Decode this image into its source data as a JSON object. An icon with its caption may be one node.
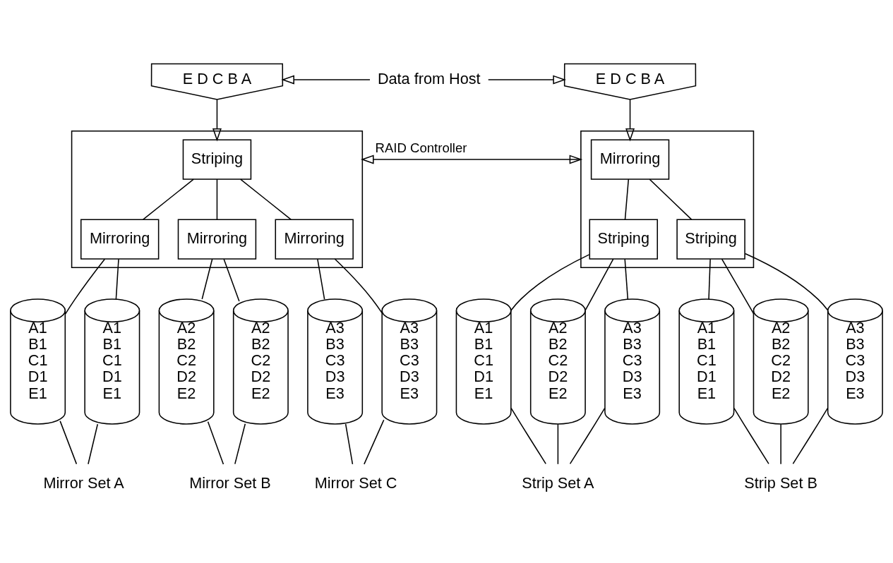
{
  "diagram": {
    "nodes": [
      {
        "text": [
          "E D C B A"
        ]
      },
      {
        "text": [
          "E D C B A"
        ]
      },
      {
        "text": [
          "Data from Host"
        ]
      },
      {
        "text": [],
        "shape": "box"
      },
      {
        "text": [
          "Striping"
        ],
        "in": 3
      },
      {
        "text": [
          "Mirroring"
        ],
        "in": 3
      },
      {
        "text": [
          "Mirroring"
        ],
        "in": 3
      },
      {
        "text": [
          "Mirroring"
        ],
        "in": 3
      },
      {
        "text": [],
        "shape": "box"
      },
      {
        "text": [
          "Mirroring"
        ],
        "in": 8
      },
      {
        "text": [
          "Striping"
        ],
        "in": 8
      },
      {
        "text": [
          "Striping"
        ],
        "in": 8
      },
      {
        "text": [
          "A1",
          "B1",
          "C1",
          "D1",
          "E1"
        ]
      },
      {
        "text": [
          "A1",
          "B1",
          "C1",
          "D1",
          "E1"
        ]
      },
      {
        "text": [
          "A2",
          "B2",
          "C2",
          "D2",
          "E2"
        ]
      },
      {
        "text": [
          "A2",
          "B2",
          "C2",
          "D2",
          "E2"
        ]
      },
      {
        "text": [
          "A3",
          "B3",
          "C3",
          "D3",
          "E3"
        ]
      },
      {
        "text": [
          "A3",
          "B3",
          "C3",
          "D3",
          "E3"
        ]
      },
      {
        "text": [
          "A1",
          "B1",
          "C1",
          "D1",
          "E1"
        ]
      },
      {
        "text": [
          "A2",
          "B2",
          "C2",
          "D2",
          "E2"
        ]
      },
      {
        "text": [
          "A3",
          "B3",
          "C3",
          "D3",
          "E3"
        ]
      },
      {
        "text": [
          "A1",
          "B1",
          "C1",
          "D1",
          "E1"
        ]
      },
      {
        "text": [
          "A2",
          "B2",
          "C2",
          "D2",
          "E2"
        ]
      },
      {
        "text": [
          "A3",
          "B3",
          "C3",
          "D3",
          "E3"
        ]
      },
      {
        "text": [
          "Mirror Set A"
        ]
      },
      {
        "text": [
          "Mirror Set B"
        ]
      },
      {
        "text": [
          "Mirror Set C"
        ]
      },
      {
        "text": [
          "Strip Set A"
        ]
      },
      {
        "text": [
          "Strip Set B"
        ]
      }
    ],
    "edges": [
      {
        "from": 2,
        "to": 0,
        "arrow": "to"
      },
      {
        "from": 2,
        "to": 1,
        "arrow": "to"
      },
      {
        "from": 0,
        "to": 4,
        "arrow": "to"
      },
      {
        "from": 1,
        "to": 9,
        "arrow": "to"
      },
      {
        "from": 3,
        "to": 8,
        "arrow": "both",
        "label": "RAID Controller"
      },
      {
        "from": 4,
        "to": 5,
        "arrow": "none"
      },
      {
        "from": 4,
        "to": 6,
        "arrow": "none"
      },
      {
        "from": 4,
        "to": 7,
        "arrow": "none"
      },
      {
        "from": 9,
        "to": 10,
        "arrow": "none"
      },
      {
        "from": 9,
        "to": 11,
        "arrow": "none"
      },
      {
        "from": 5,
        "to": 12,
        "arrow": "none"
      },
      {
        "from": 5,
        "to": 13,
        "arrow": "none"
      },
      {
        "from": 6,
        "to": 14,
        "arrow": "none"
      },
      {
        "from": 6,
        "to": 15,
        "arrow": "none"
      },
      {
        "from": 7,
        "to": 16,
        "arrow": "none"
      },
      {
        "from": 7,
        "to": 17,
        "arrow": "none"
      },
      {
        "from": 10,
        "to": 18,
        "arrow": "none"
      },
      {
        "from": 10,
        "to": 19,
        "arrow": "none"
      },
      {
        "from": 10,
        "to": 20,
        "arrow": "none"
      },
      {
        "from": 11,
        "to": 21,
        "arrow": "none"
      },
      {
        "from": 11,
        "to": 22,
        "arrow": "none"
      },
      {
        "from": 11,
        "to": 23,
        "arrow": "none"
      },
      {
        "from": 12,
        "to": 24,
        "arrow": "none"
      },
      {
        "from": 13,
        "to": 24,
        "arrow": "none"
      },
      {
        "from": 14,
        "to": 25,
        "arrow": "none"
      },
      {
        "from": 15,
        "to": 25,
        "arrow": "none"
      },
      {
        "from": 16,
        "to": 26,
        "arrow": "none"
      },
      {
        "from": 17,
        "to": 26,
        "arrow": "none"
      },
      {
        "from": 18,
        "to": 27,
        "arrow": "none"
      },
      {
        "from": 19,
        "to": 27,
        "arrow": "none"
      },
      {
        "from": 20,
        "to": 27,
        "arrow": "none"
      },
      {
        "from": 21,
        "to": 28,
        "arrow": "none"
      },
      {
        "from": 22,
        "to": 28,
        "arrow": "none"
      },
      {
        "from": 23,
        "to": 28,
        "arrow": "none"
      }
    ]
  }
}
